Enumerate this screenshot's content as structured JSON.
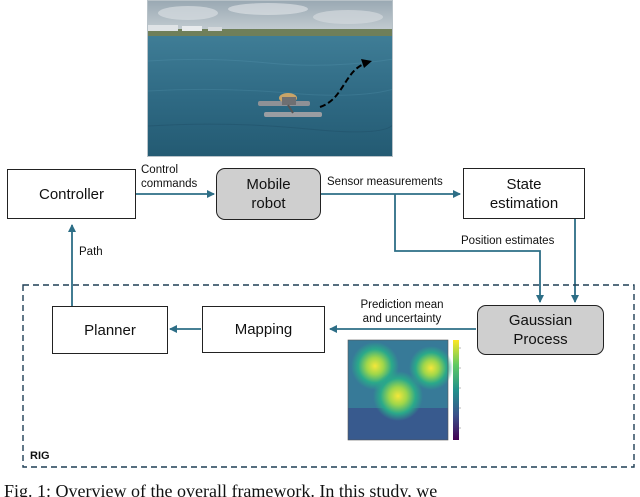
{
  "boxes": {
    "controller": "Controller",
    "mobile_robot": "Mobile\nrobot",
    "state_estimation": "State\nestimation",
    "planner": "Planner",
    "mapping": "Mapping",
    "gaussian_process": "Gaussian\nProcess"
  },
  "edge_labels": {
    "control_commands": "Control\ncommands",
    "sensor_measurements": "Sensor measurements",
    "position_estimates": "Position estimates",
    "path": "Path",
    "prediction": "Prediction mean\nand uncertainty"
  },
  "region_label": "RIG",
  "caption": "Fig. 1: Overview of the overall framework. In this study, we",
  "colors": {
    "arrow": "#2d6e86",
    "box_fill": "#cfcfcf",
    "dashed_border": "#1f3f55"
  },
  "icons": {
    "scene": "simulated-lake-robot-scene",
    "heatmap": "gp-prediction-heatmap"
  }
}
